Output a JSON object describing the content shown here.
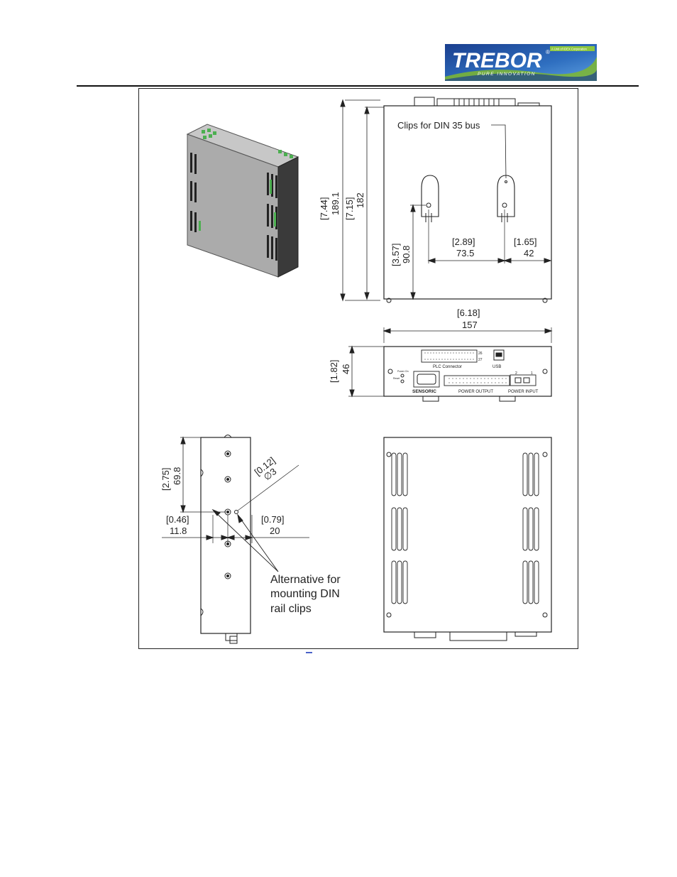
{
  "logo": {
    "brand": "TREBOR",
    "registered": "®",
    "tagline": "PURE INNOVATION",
    "badge": "A Unit of IDEX Corporation",
    "colors": {
      "dark_blue": "#1a3f8f",
      "light_blue": "#4f8fd6",
      "green": "#7fb82e"
    }
  },
  "drawing": {
    "top_view": {
      "callout": "Clips for DIN 35 bus",
      "height_outer_in": "[7.44]",
      "height_outer_mm": "189.1",
      "height_inner_in": "[7.15]",
      "height_inner_mm": "182",
      "clip_height_in": "[3.57]",
      "clip_height_mm": "90.8",
      "clip_spacing_in": "[2.89]",
      "clip_spacing_mm": "73.5",
      "clip_edge_in": "[1.65]",
      "clip_edge_mm": "42",
      "width_in": "[6.18]",
      "width_mm": "157"
    },
    "front_view": {
      "height_in": "[1.82]",
      "height_mm": "46",
      "plc_label": "PLC Connector",
      "usb_label": "USB",
      "sensoric_label": "SENSORIC",
      "power_output_label": "POWER OUTPUT",
      "power_input_label": "POWER INPUT",
      "pin_26": "26",
      "pin_27": "27",
      "pin_1": "1",
      "pin_2": "2",
      "power_on_label": "Power On",
      "reset_label": "Reset"
    },
    "side_view": {
      "clip_offset_in": "[2.75]",
      "clip_offset_mm": "69.8",
      "hole_dia_in": "[0.12]",
      "hole_dia_mm": "∅3",
      "left_offset_in": "[0.46]",
      "left_offset_mm": "11.8",
      "right_offset_in": "[0.79]",
      "right_offset_mm": "20",
      "note_line1": "Alternative for",
      "note_line2": "mounting DIN",
      "note_line3": "rail clips"
    }
  }
}
